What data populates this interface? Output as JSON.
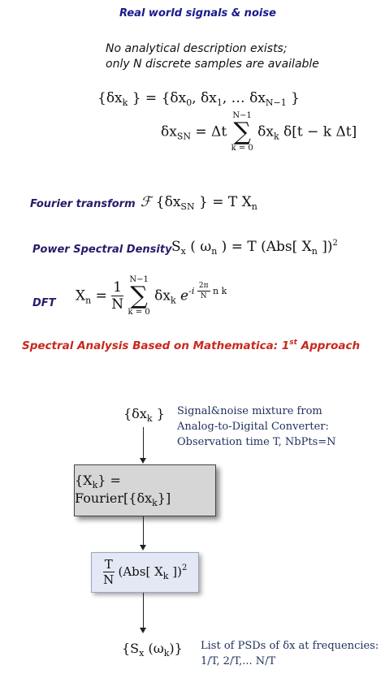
{
  "title": "Real world signals & noise",
  "intro": {
    "line1": "No analytical description exists;",
    "line2": "only N discrete samples are available"
  },
  "labels": {
    "fourier": "Fourier transform",
    "psd": "Power Spectral Density",
    "dft": "DFT"
  },
  "section_heading": {
    "text_before": "Spectral Analysis Based on Mathematica: 1",
    "superscript": "st",
    "text_after": " Approach"
  },
  "flowchart": {
    "input_label": "{δx",
    "input_sub": "k",
    "input_close": "}",
    "box1_text": "{X",
    "box1_sub": "k",
    "box1_rest": "} = Fourier[{δx",
    "box1_sub2": "k",
    "box1_end": "}]",
    "box2_num": "T",
    "box2_den": "N",
    "box2_text": "(Abs[ X",
    "box2_sub": "k",
    "box2_end": " ])",
    "box2_sup": "2",
    "output_text": "{S",
    "output_sub1": "x",
    "output_mid": " (ω",
    "output_sub2": "k",
    "output_end": ")}",
    "note_top": [
      "Signal&noise mixture from",
      "Analog-to-Digital Converter:",
      "Observation time T, NbPts=N"
    ],
    "note_bottom": [
      "List of PSDs of δx at frequencies:",
      "1/T, 2/T,... N/T"
    ]
  },
  "colors": {
    "title": "#1a1a8c",
    "label": "#2a1a6a",
    "section_heading": "#c8281e",
    "note": "#1e2f5c"
  }
}
